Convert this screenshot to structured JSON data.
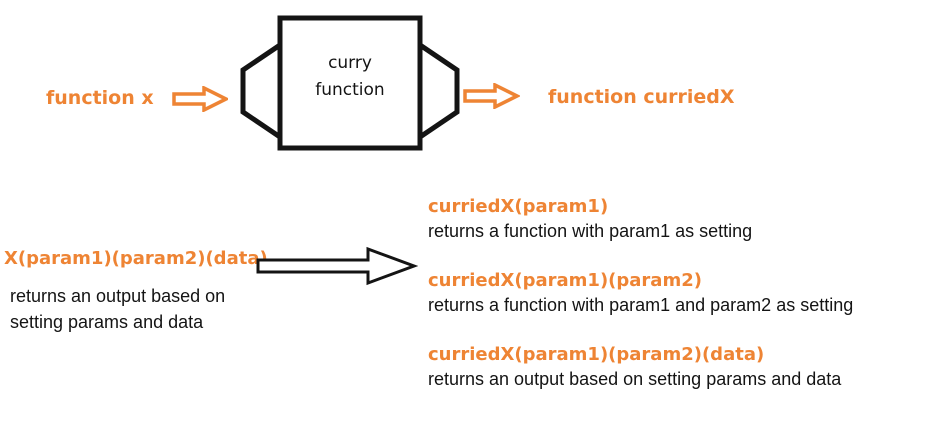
{
  "colors": {
    "accent": "#ee8434",
    "ink": "#141414"
  },
  "machine": {
    "input_label": "function x",
    "box_line1": "curry",
    "box_line2": "function",
    "output_label": "function curriedX"
  },
  "example": {
    "call_code": "X(param1)(param2)(data)",
    "call_desc_line1": "returns an output based on",
    "call_desc_line2": "setting params and data",
    "curried_items": [
      {
        "code": "curriedX(param1)",
        "desc": "returns a function with param1 as setting"
      },
      {
        "code": "curriedX(param1)(param2)",
        "desc": "returns a function with param1 and param2 as setting"
      },
      {
        "code": "curriedX(param1)(param2)(data)",
        "desc": "returns an output based on setting params and data"
      }
    ]
  },
  "icons": {
    "input_arrow": "arrow-right",
    "output_arrow": "arrow-right",
    "transform_arrow": "arrow-right"
  }
}
